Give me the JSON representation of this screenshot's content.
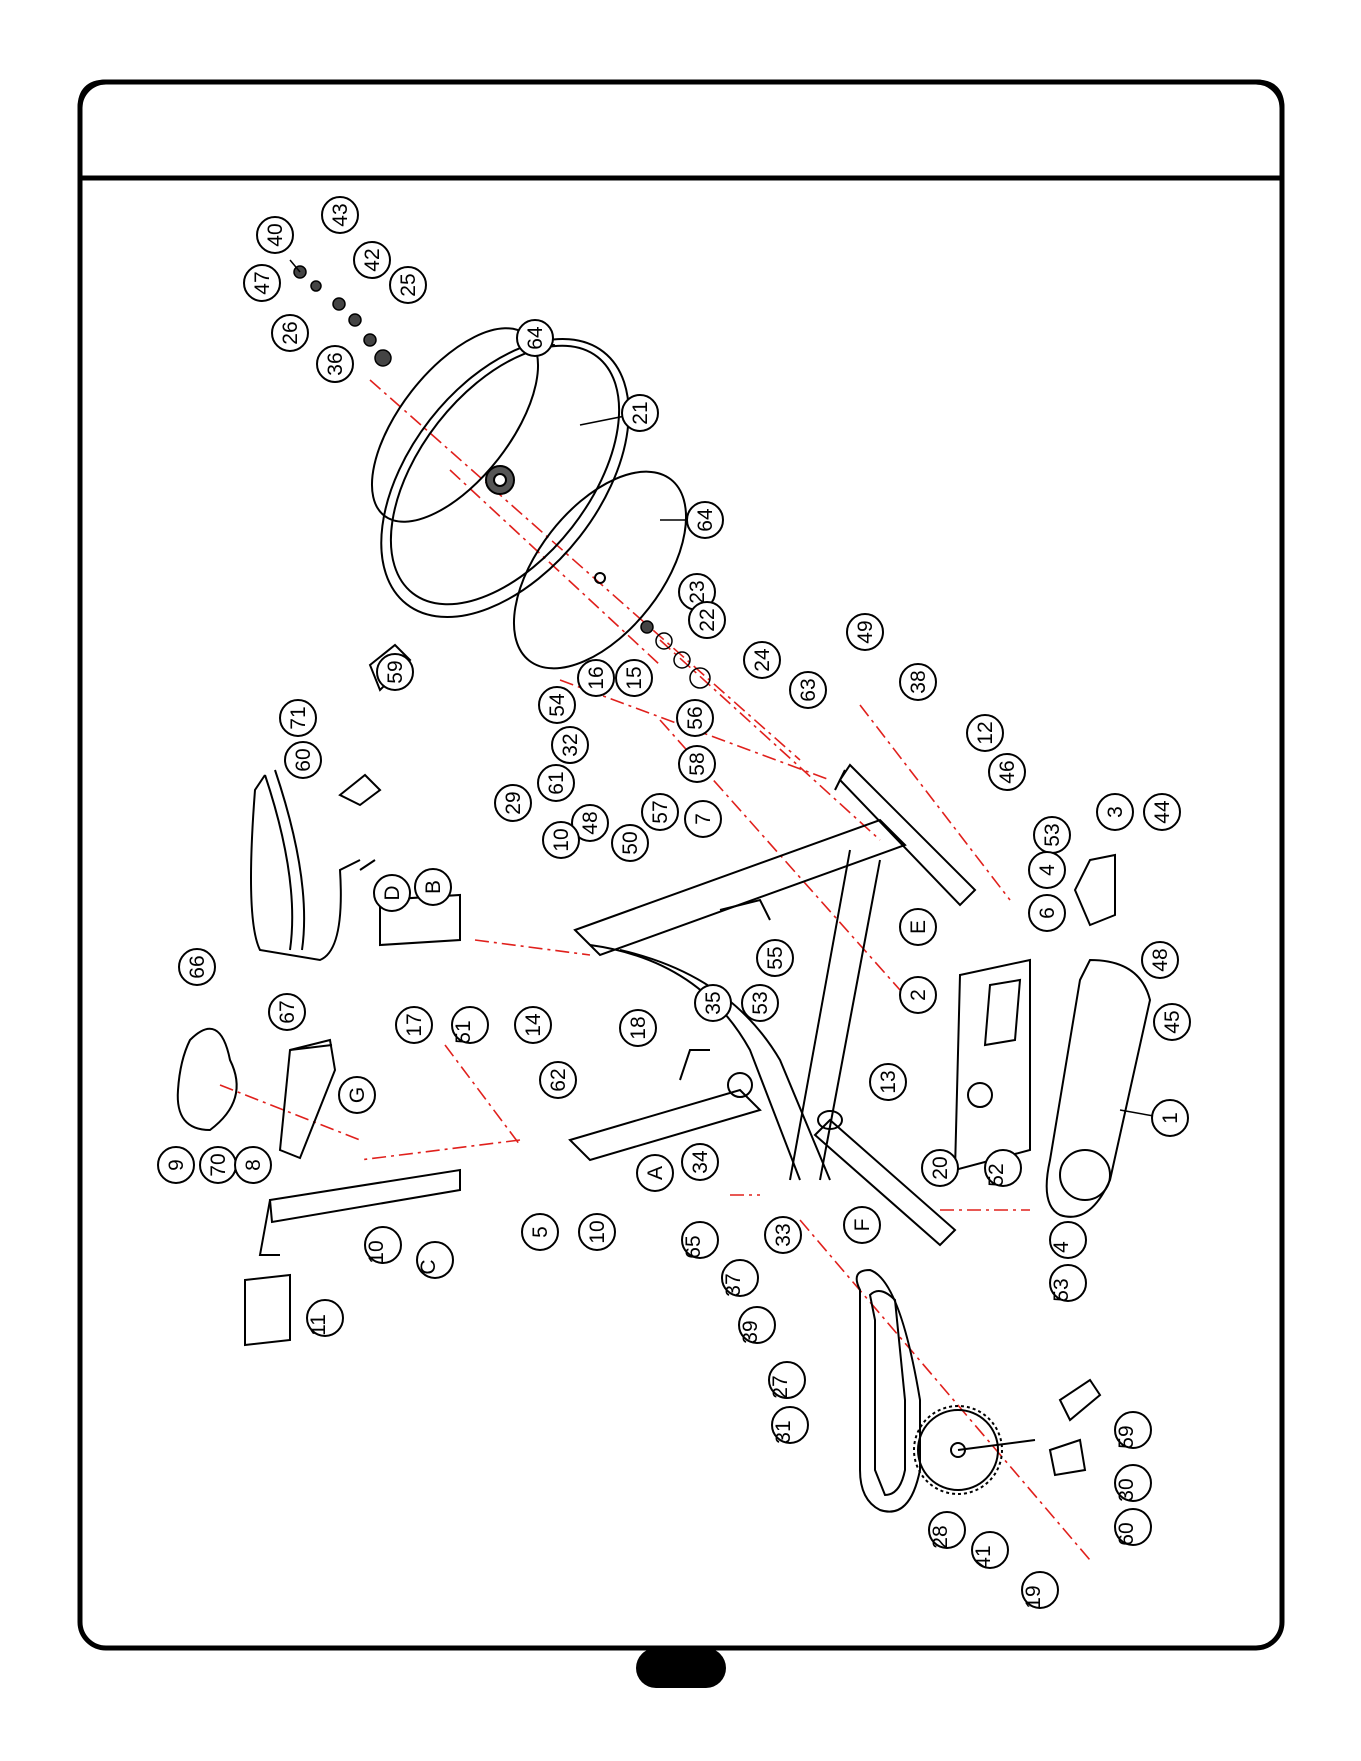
{
  "page": {
    "header_title": "",
    "page_number": ""
  },
  "colors": {
    "line": "#000000",
    "leader_red": "#e0201c",
    "background": "#ffffff"
  },
  "callouts": [
    {
      "id": "c40",
      "label": "40"
    },
    {
      "id": "c43",
      "label": "43"
    },
    {
      "id": "c47",
      "label": "47"
    },
    {
      "id": "c42",
      "label": "42"
    },
    {
      "id": "c26",
      "label": "26"
    },
    {
      "id": "c25",
      "label": "25"
    },
    {
      "id": "c36",
      "label": "36"
    },
    {
      "id": "c64a",
      "label": "64"
    },
    {
      "id": "c21",
      "label": "21"
    },
    {
      "id": "c64b",
      "label": "64"
    },
    {
      "id": "c23",
      "label": "23"
    },
    {
      "id": "c22",
      "label": "22"
    },
    {
      "id": "c59a",
      "label": "59"
    },
    {
      "id": "c16",
      "label": "16"
    },
    {
      "id": "c15",
      "label": "15"
    },
    {
      "id": "c24",
      "label": "24"
    },
    {
      "id": "c49",
      "label": "49"
    },
    {
      "id": "c54",
      "label": "54"
    },
    {
      "id": "c63",
      "label": "63"
    },
    {
      "id": "c38",
      "label": "38"
    },
    {
      "id": "c71",
      "label": "71"
    },
    {
      "id": "c32",
      "label": "32"
    },
    {
      "id": "c56",
      "label": "56"
    },
    {
      "id": "c12",
      "label": "12"
    },
    {
      "id": "c60a",
      "label": "60"
    },
    {
      "id": "c61",
      "label": "61"
    },
    {
      "id": "c58",
      "label": "58"
    },
    {
      "id": "c29",
      "label": "29"
    },
    {
      "id": "c46",
      "label": "46"
    },
    {
      "id": "c48a",
      "label": "48"
    },
    {
      "id": "c57",
      "label": "57"
    },
    {
      "id": "c10a",
      "label": "10"
    },
    {
      "id": "c50",
      "label": "50"
    },
    {
      "id": "c7",
      "label": "7"
    },
    {
      "id": "c53a",
      "label": "53"
    },
    {
      "id": "c3",
      "label": "3"
    },
    {
      "id": "c44",
      "label": "44"
    },
    {
      "id": "cD",
      "label": "D"
    },
    {
      "id": "cB",
      "label": "B"
    },
    {
      "id": "c4a",
      "label": "4"
    },
    {
      "id": "c6",
      "label": "6"
    },
    {
      "id": "cE",
      "label": "E"
    },
    {
      "id": "c55",
      "label": "55"
    },
    {
      "id": "c66",
      "label": "66"
    },
    {
      "id": "c48b",
      "label": "48"
    },
    {
      "id": "c2",
      "label": "2"
    },
    {
      "id": "c45",
      "label": "45"
    },
    {
      "id": "c67",
      "label": "67"
    },
    {
      "id": "c17",
      "label": "17"
    },
    {
      "id": "c51",
      "label": "51"
    },
    {
      "id": "c14",
      "label": "14"
    },
    {
      "id": "c18",
      "label": "18"
    },
    {
      "id": "c35",
      "label": "35"
    },
    {
      "id": "c53b",
      "label": "53"
    },
    {
      "id": "c62",
      "label": "62"
    },
    {
      "id": "c13",
      "label": "13"
    },
    {
      "id": "c9",
      "label": "9"
    },
    {
      "id": "c70",
      "label": "70"
    },
    {
      "id": "cG",
      "label": "G"
    },
    {
      "id": "c8",
      "label": "8"
    },
    {
      "id": "c1",
      "label": "1"
    },
    {
      "id": "c20",
      "label": "20"
    },
    {
      "id": "c52",
      "label": "52"
    },
    {
      "id": "c34",
      "label": "34"
    },
    {
      "id": "cA",
      "label": "A"
    },
    {
      "id": "c5",
      "label": "5"
    },
    {
      "id": "c10b",
      "label": "10"
    },
    {
      "id": "c65",
      "label": "65"
    },
    {
      "id": "c33",
      "label": "33"
    },
    {
      "id": "cF",
      "label": "F"
    },
    {
      "id": "c4b",
      "label": "4"
    },
    {
      "id": "c10c",
      "label": "10"
    },
    {
      "id": "cC",
      "label": "C"
    },
    {
      "id": "c53c",
      "label": "53"
    },
    {
      "id": "c37",
      "label": "37"
    },
    {
      "id": "c39",
      "label": "39"
    },
    {
      "id": "c11",
      "label": "11"
    },
    {
      "id": "c27",
      "label": "27"
    },
    {
      "id": "c31",
      "label": "31"
    },
    {
      "id": "c59b",
      "label": "59"
    },
    {
      "id": "c30",
      "label": "30"
    },
    {
      "id": "c60b",
      "label": "60"
    },
    {
      "id": "c28",
      "label": "28"
    },
    {
      "id": "c41",
      "label": "41"
    },
    {
      "id": "c19",
      "label": "19"
    }
  ]
}
